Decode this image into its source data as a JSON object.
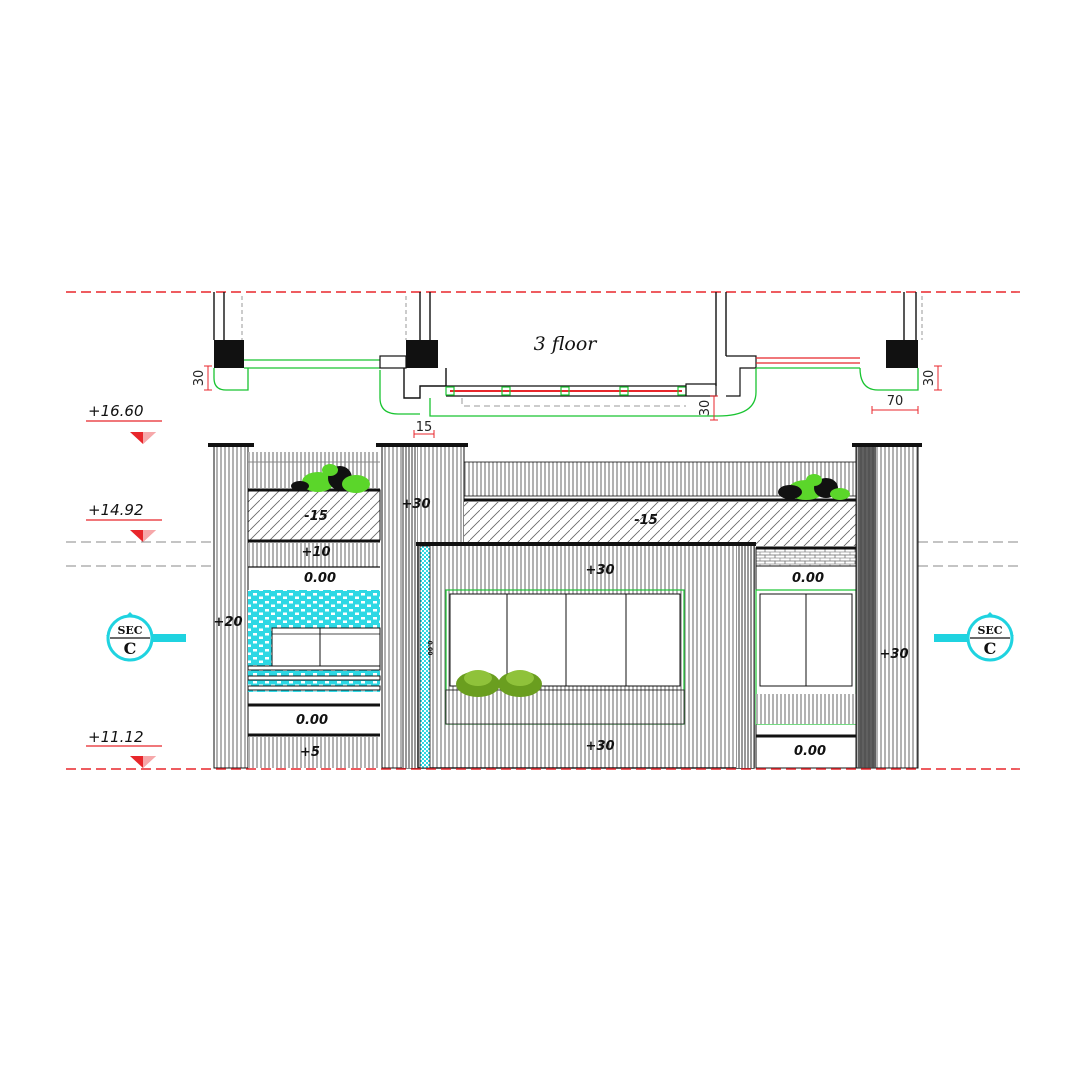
{
  "plan": {
    "floor_label": "3 floor",
    "dims": {
      "left_30": "30",
      "mid_30": "30",
      "right_30": "30",
      "d15": "15",
      "d70": "70"
    }
  },
  "levels": [
    {
      "text": "+16.60"
    },
    {
      "text": "+14.92"
    },
    {
      "text": "+11.12"
    }
  ],
  "section_markers": [
    {
      "sec": "SEC",
      "letter": "C"
    },
    {
      "sec": "SEC",
      "letter": "C"
    }
  ],
  "offsets": {
    "left_minus15": "-15",
    "left_plus10": "+10",
    "left_000_top": "0.00",
    "left_000_mid": "0.00",
    "left_plus5": "+5",
    "pillar_left_plus20": "+20",
    "pillar_mid_plus30": "+30",
    "center_minus15": "-15",
    "center_plus30_top": "+30",
    "center_plus30_bottom": "+30",
    "center_strip_000": "0.00",
    "right_000_top": "0.00",
    "right_000_bottom": "0.00",
    "pillar_right_plus30": "+30"
  },
  "colors": {
    "level_red": "#e8262b",
    "cyan": "#1fd3e0",
    "green_line": "#19c431",
    "plant_green": "#5bd62a"
  }
}
